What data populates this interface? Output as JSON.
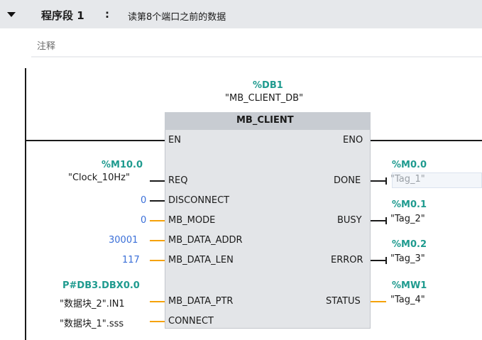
{
  "network": {
    "label": "程序段 1",
    "colon": ":",
    "description": "读第8个端口之前的数据",
    "comment_placeholder": "注释"
  },
  "block": {
    "db_address": "%DB1",
    "db_name": "\"MB_CLIENT_DB\"",
    "name": "MB_CLIENT"
  },
  "inputs": {
    "en": {
      "pin": "EN"
    },
    "req": {
      "pin": "REQ",
      "address": "%M10.0",
      "tag": "\"Clock_10Hz\""
    },
    "disconnect": {
      "pin": "DISCONNECT",
      "value": "0"
    },
    "mb_mode": {
      "pin": "MB_MODE",
      "value": "0"
    },
    "mb_data_addr": {
      "pin": "MB_DATA_ADDR",
      "value": "30001"
    },
    "mb_data_len": {
      "pin": "MB_DATA_LEN",
      "value": "117"
    },
    "mb_data_ptr": {
      "pin": "MB_DATA_PTR",
      "address": "P#DB3.DBX0.0",
      "tag": "\"数据块_2\".IN1"
    },
    "connect": {
      "pin": "CONNECT",
      "tag": "\"数据块_1\".sss"
    }
  },
  "outputs": {
    "eno": {
      "pin": "ENO"
    },
    "done": {
      "pin": "DONE",
      "address": "%M0.0",
      "tag": "\"Tag_1\""
    },
    "busy": {
      "pin": "BUSY",
      "address": "%M0.1",
      "tag": "\"Tag_2\""
    },
    "error": {
      "pin": "ERROR",
      "address": "%M0.2",
      "tag": "\"Tag_3\""
    },
    "status": {
      "pin": "STATUS",
      "address": "%MW1",
      "tag": "\"Tag_4\""
    }
  },
  "colors": {
    "header_bg": "#e6e8eb",
    "address_teal": "#1f9b8f",
    "constant_blue": "#3a6fd8",
    "wire_orange": "#f5a20a",
    "block_bg": "#e3e5e8",
    "block_title_bg": "#c8ccd2"
  },
  "icons": {
    "collapse": "triangle-down"
  }
}
